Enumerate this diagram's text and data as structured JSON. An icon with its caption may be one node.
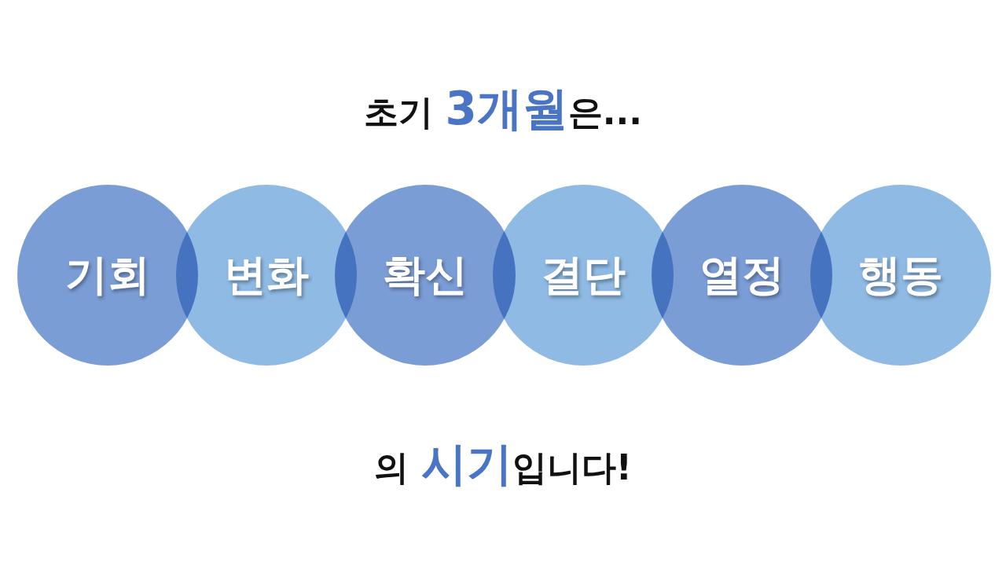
{
  "diagram": {
    "title": "초기 **3개월**은...",
    "nodes": [
      {
        "text": [
          "기회"
        ]
      },
      {
        "text": [
          "변화"
        ]
      },
      {
        "text": [
          "확신"
        ]
      },
      {
        "text": [
          "결단"
        ]
      },
      {
        "text": [
          "열정"
        ]
      },
      {
        "text": [
          "행동"
        ]
      }
    ],
    "caption": "의 **시기**입니다!"
  }
}
